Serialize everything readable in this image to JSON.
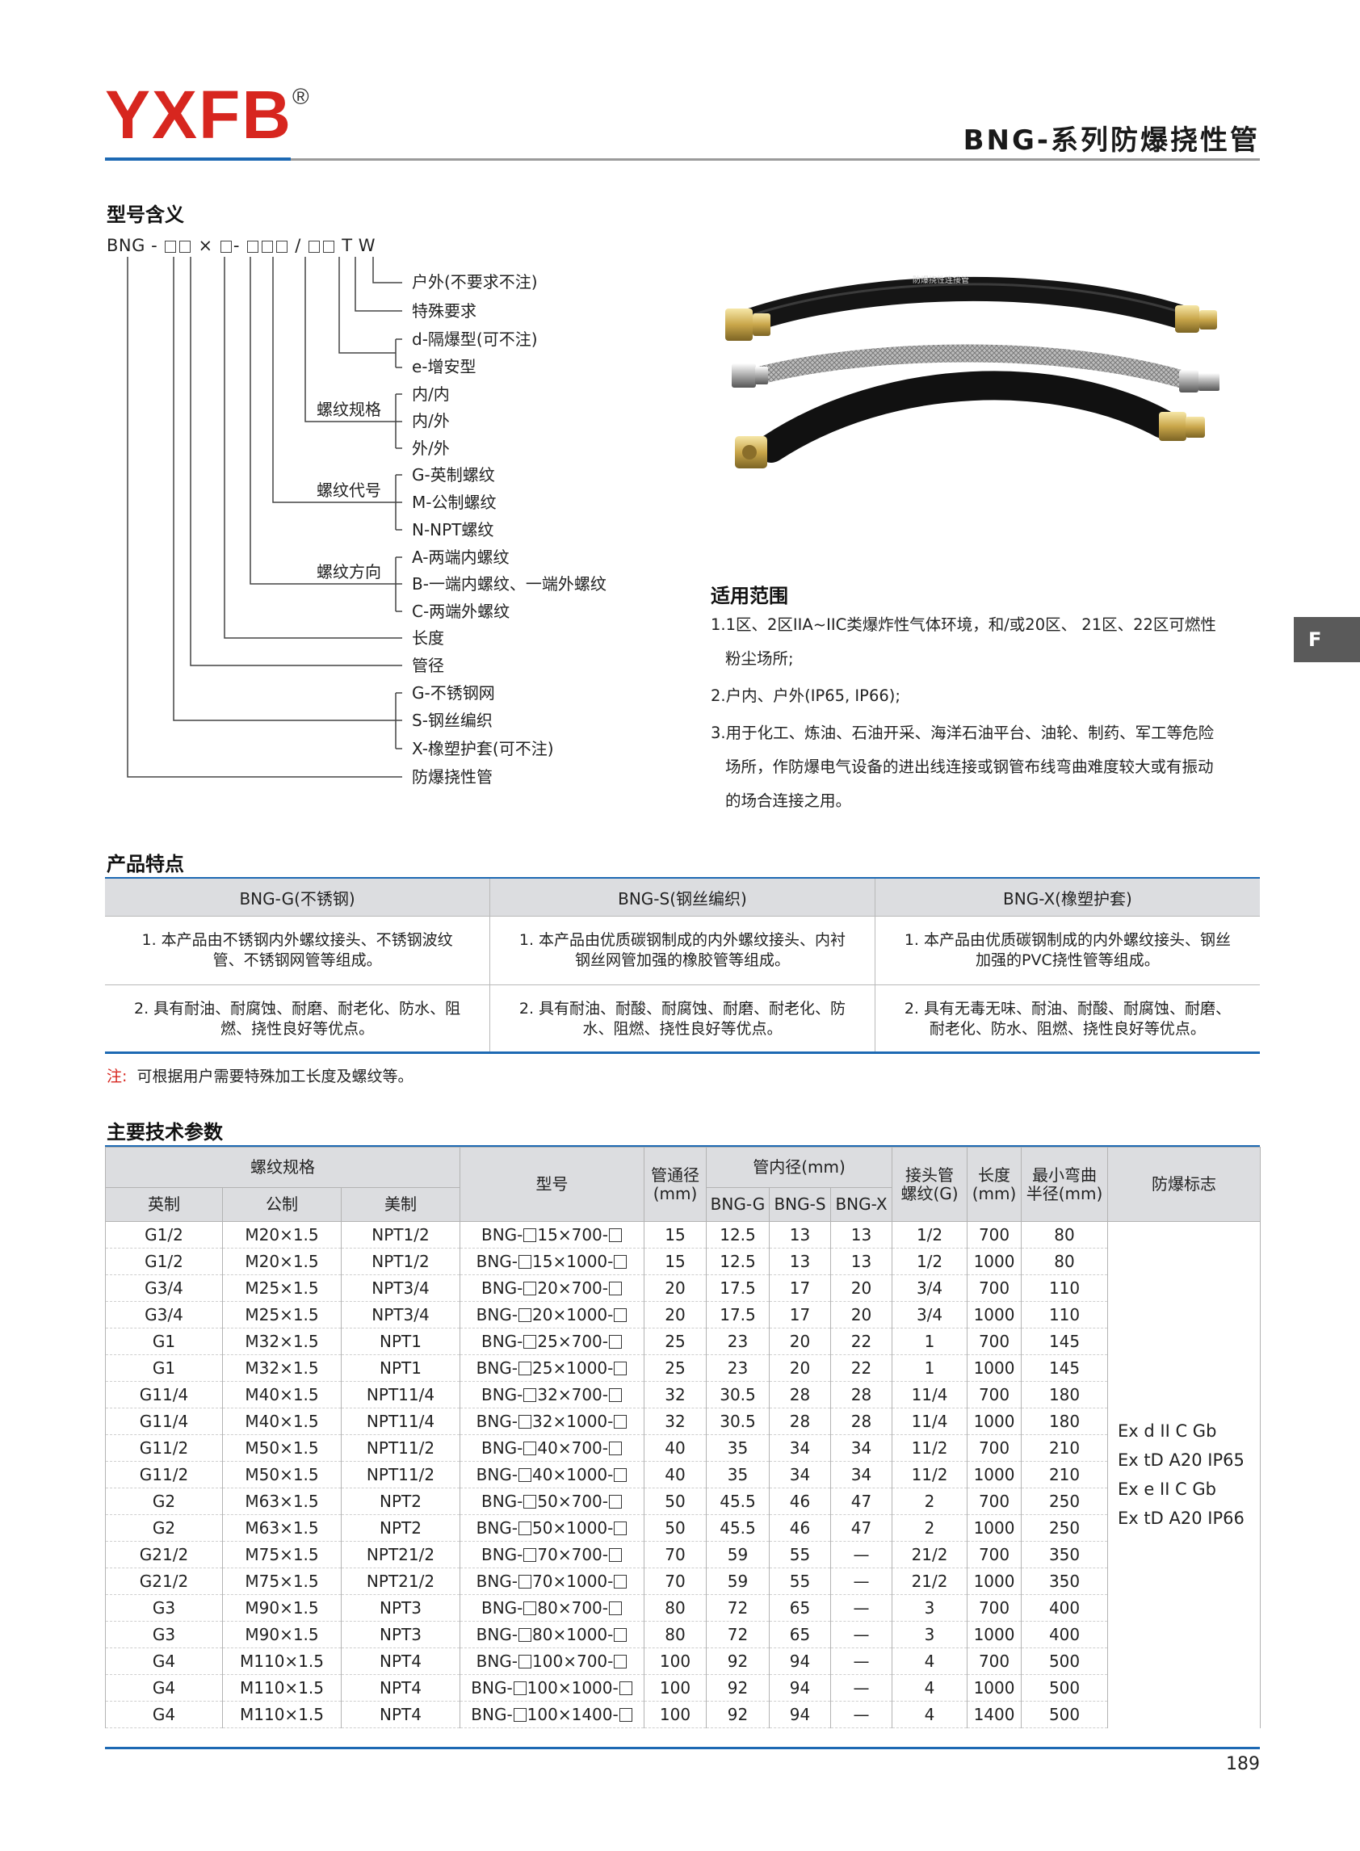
{
  "header": {
    "brand": "YXFB",
    "registered": "®",
    "title": "BNG-系列防爆挠性管"
  },
  "side_tab": "F",
  "model_section": {
    "title": "型号含义",
    "code_parts": [
      "BNG -",
      "×",
      "-",
      "/",
      "T W"
    ],
    "labels": [
      "户外(不要求不注)",
      "特殊要求",
      "d-隔爆型(可不注)",
      "e-增安型",
      "内/内",
      "内/外",
      "外/外",
      "G-英制螺纹",
      "M-公制螺纹",
      "N-NPT螺纹",
      "A-两端内螺纹",
      "B-一端内螺纹、一端外螺纹",
      "C-两端外螺纹",
      "长度",
      "管径",
      "G-不锈钢网",
      "S-钢丝编织",
      "X-橡塑护套(可不注)",
      "防爆挠性管"
    ],
    "groups": [
      "螺纹规格",
      "螺纹代号",
      "螺纹方向"
    ]
  },
  "scope": {
    "title": "适用范围",
    "lines": [
      "1.1区、2区IIA~IIC类爆炸性气体环境，和/或20区、 21区、22区可燃性",
      "粉尘场所;",
      "2.户内、户外(IP65, IP66);",
      "3.用于化工、炼油、石油开采、海洋石油平台、油轮、制药、军工等危险",
      "场所，作防爆电气设备的进出线连接或钢管布线弯曲难度较大或有振动",
      "的场合连接之用。"
    ]
  },
  "features": {
    "title": "产品特点",
    "columns": [
      "BNG-G(不锈钢)",
      "BNG-S(钢丝编织)",
      "BNG-X(橡塑护套)"
    ],
    "rows": [
      [
        "1. 本产品由不锈钢内外螺纹接头、不锈钢波纹管、不锈钢网管等组成。",
        "1. 本产品由优质碳钢制成的内外螺纹接头、内衬钢丝网管加强的橡胶管等组成。",
        "1. 本产品由优质碳钢制成的内外螺纹接头、钢丝加强的PVC挠性管等组成。"
      ],
      [
        "2. 具有耐油、耐腐蚀、耐磨、耐老化、防水、阻燃、挠性良好等优点。",
        "2. 具有耐油、耐酸、耐腐蚀、耐磨、耐老化、防水、阻燃、挠性良好等优点。",
        "2. 具有无毒无味、耐油、耐酸、耐腐蚀、耐磨、耐老化、防水、阻燃、挠性良好等优点。"
      ]
    ],
    "note_tag": "注:",
    "note": "可根据用户需要特殊加工长度及螺纹等。"
  },
  "specs": {
    "title": "主要技术参数",
    "headers": {
      "thread_spec": "螺纹规格",
      "imperial": "英制",
      "metric": "公制",
      "american": "美制",
      "model": "型号",
      "bore": "管通径",
      "bore_unit": "(mm)",
      "inner_dia": "管内径(mm)",
      "g": "BNG-G",
      "s": "BNG-S",
      "x": "BNG-X",
      "joint": "接头管",
      "joint2": "螺纹(G)",
      "length": "长度",
      "length_unit": "(mm)",
      "bend": "最小弯曲",
      "bend2": "半径(mm)",
      "mark": "防爆标志"
    },
    "rows": [
      [
        "G1/2",
        "M20×1.5",
        "NPT1/2",
        "15×700-",
        "15",
        "12.5",
        "13",
        "13",
        "1/2",
        "700",
        "80"
      ],
      [
        "G1/2",
        "M20×1.5",
        "NPT1/2",
        "15×1000-",
        "15",
        "12.5",
        "13",
        "13",
        "1/2",
        "1000",
        "80"
      ],
      [
        "G3/4",
        "M25×1.5",
        "NPT3/4",
        "20×700-",
        "20",
        "17.5",
        "17",
        "20",
        "3/4",
        "700",
        "110"
      ],
      [
        "G3/4",
        "M25×1.5",
        "NPT3/4",
        "20×1000-",
        "20",
        "17.5",
        "17",
        "20",
        "3/4",
        "1000",
        "110"
      ],
      [
        "G1",
        "M32×1.5",
        "NPT1",
        "25×700-",
        "25",
        "23",
        "20",
        "22",
        "1",
        "700",
        "145"
      ],
      [
        "G1",
        "M32×1.5",
        "NPT1",
        "25×1000-",
        "25",
        "23",
        "20",
        "22",
        "1",
        "1000",
        "145"
      ],
      [
        "G11/4",
        "M40×1.5",
        "NPT11/4",
        "32×700-",
        "32",
        "30.5",
        "28",
        "28",
        "11/4",
        "700",
        "180"
      ],
      [
        "G11/4",
        "M40×1.5",
        "NPT11/4",
        "32×1000-",
        "32",
        "30.5",
        "28",
        "28",
        "11/4",
        "1000",
        "180"
      ],
      [
        "G11/2",
        "M50×1.5",
        "NPT11/2",
        "40×700-",
        "40",
        "35",
        "34",
        "34",
        "11/2",
        "700",
        "210"
      ],
      [
        "G11/2",
        "M50×1.5",
        "NPT11/2",
        "40×1000-",
        "40",
        "35",
        "34",
        "34",
        "11/2",
        "1000",
        "210"
      ],
      [
        "G2",
        "M63×1.5",
        "NPT2",
        "50×700-",
        "50",
        "45.5",
        "46",
        "47",
        "2",
        "700",
        "250"
      ],
      [
        "G2",
        "M63×1.5",
        "NPT2",
        "50×1000-",
        "50",
        "45.5",
        "46",
        "47",
        "2",
        "1000",
        "250"
      ],
      [
        "G21/2",
        "M75×1.5",
        "NPT21/2",
        "70×700-",
        "70",
        "59",
        "55",
        "—",
        "21/2",
        "700",
        "350"
      ],
      [
        "G21/2",
        "M75×1.5",
        "NPT21/2",
        "70×1000-",
        "70",
        "59",
        "55",
        "—",
        "21/2",
        "1000",
        "350"
      ],
      [
        "G3",
        "M90×1.5",
        "NPT3",
        "80×700-",
        "80",
        "72",
        "65",
        "—",
        "3",
        "700",
        "400"
      ],
      [
        "G3",
        "M90×1.5",
        "NPT3",
        "80×1000-",
        "80",
        "72",
        "65",
        "—",
        "3",
        "1000",
        "400"
      ],
      [
        "G4",
        "M110×1.5",
        "NPT4",
        "100×700-",
        "100",
        "92",
        "94",
        "—",
        "4",
        "700",
        "500"
      ],
      [
        "G4",
        "M110×1.5",
        "NPT4",
        "100×1000-",
        "100",
        "92",
        "94",
        "—",
        "4",
        "1000",
        "500"
      ],
      [
        "G4",
        "M110×1.5",
        "NPT4",
        "100×1400-",
        "100",
        "92",
        "94",
        "—",
        "4",
        "1400",
        "500"
      ]
    ],
    "model_prefix": "BNG-",
    "marks": [
      "Ex d II C Gb",
      "Ex tD A20 IP65",
      "Ex e II C Gb",
      "Ex tD A20 IP66"
    ]
  },
  "photo": {
    "print": "防爆挠性连接管"
  },
  "page_number": "189"
}
